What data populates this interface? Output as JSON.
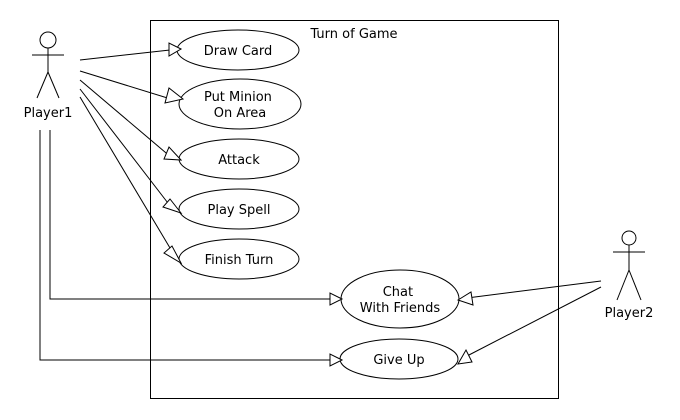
{
  "system": {
    "title": "Turn of Game"
  },
  "actors": {
    "player1": {
      "name": "Player1"
    },
    "player2": {
      "name": "Player2"
    }
  },
  "use_cases": {
    "draw_card": {
      "lines": [
        "Draw Card"
      ]
    },
    "put_minion": {
      "lines": [
        "Put Minion",
        "On Area"
      ]
    },
    "attack": {
      "lines": [
        "Attack"
      ]
    },
    "play_spell": {
      "lines": [
        "Play Spell"
      ]
    },
    "finish_turn": {
      "lines": [
        "Finish Turn"
      ]
    },
    "chat": {
      "lines": [
        "Chat",
        "With Friends"
      ]
    },
    "give_up": {
      "lines": [
        "Give Up"
      ]
    }
  }
}
